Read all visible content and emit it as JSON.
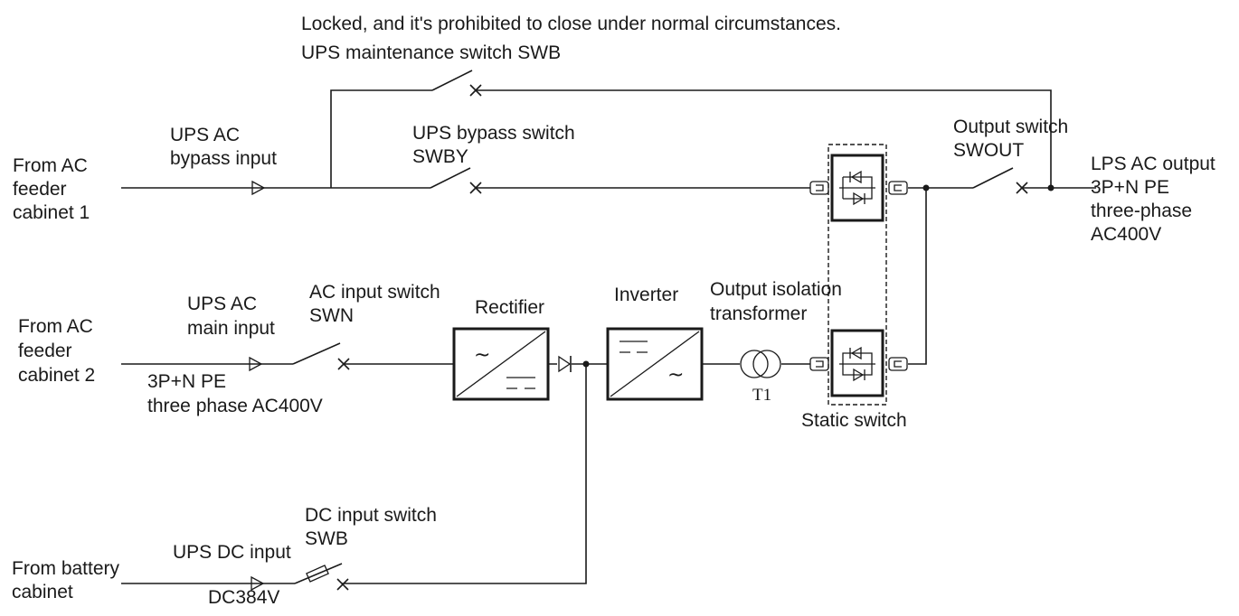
{
  "labels": {
    "locked_note": "Locked, and it's prohibited to close under normal circumstances.",
    "maint_switch": "UPS maintenance switch SWB",
    "from_ac1": [
      "From AC",
      "feeder",
      "cabinet 1"
    ],
    "ups_ac_bypass": [
      "UPS AC",
      "bypass input"
    ],
    "bypass_switch": [
      "UPS bypass switch",
      "SWBY"
    ],
    "output_switch": [
      "Output switch",
      "SWOUT"
    ],
    "lps_output": [
      "LPS AC output",
      "3P+N PE",
      "three-phase",
      "AC400V"
    ],
    "from_ac2": [
      "From AC",
      "feeder",
      "cabinet 2"
    ],
    "ups_ac_main": [
      "UPS AC",
      "main input"
    ],
    "ac_input_switch": [
      "AC input switch",
      "SWN"
    ],
    "main_spec": [
      "3P+N PE",
      "three phase AC400V"
    ],
    "rectifier": "Rectifier",
    "inverter": "Inverter",
    "transformer": [
      "Output isolation",
      "transformer"
    ],
    "t1": "T1",
    "static_switch": "Static switch",
    "from_battery": [
      "From battery",
      "cabinet"
    ],
    "ups_dc_input": "UPS DC input",
    "dc384": "DC384V",
    "dc_input_switch": [
      "DC input switch",
      "SWB"
    ]
  },
  "icons": {
    "ac_symbol": "~",
    "rectifier": "rectifier-icon",
    "inverter": "inverter-icon",
    "transformer": "transformer-icon",
    "static_switch": "thyristor-icon",
    "switch": "switch-icon",
    "fuse": "fuse-icon",
    "diode": "diode-icon",
    "input_marker": "triangle-marker-icon"
  }
}
